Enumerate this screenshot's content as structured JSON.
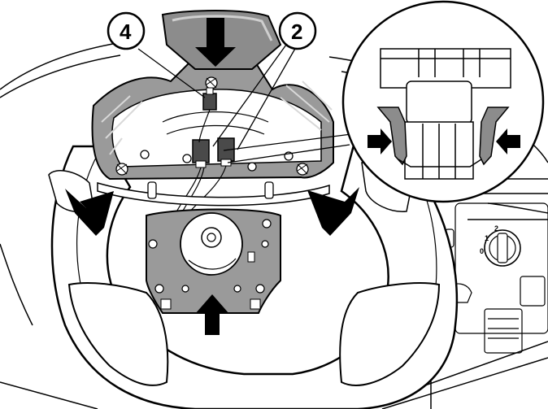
{
  "callouts": [
    {
      "id": "callout-4",
      "label": "4"
    },
    {
      "id": "callout-2",
      "label": "2"
    }
  ],
  "dial_labels": [
    "0",
    "1",
    "2"
  ],
  "colors": {
    "line": "#000000",
    "shade": "#8c8c8c",
    "shade_dark": "#6b6b6b",
    "shade_light": "#c8c8c8",
    "wheel": "#ffffff",
    "arrow": "#000000"
  }
}
